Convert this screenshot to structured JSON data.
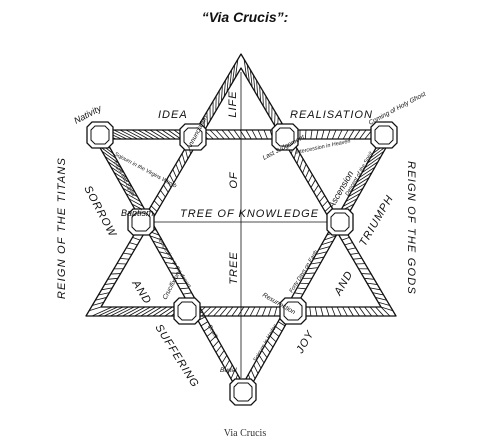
{
  "title": "“Via Crucis”:",
  "caption": "Via Crucis",
  "side_labels": {
    "left": "REIGN OF THE TITANS",
    "right": "REIGN OF THE GODS"
  },
  "words": {
    "idea": "IDEA",
    "realisation": "REALISATION",
    "life": "LIFE",
    "of": "OF",
    "tree_vertical": "TREE",
    "tree_of_knowledge": "TREE OF KNOWLEDGE",
    "sorrow": "SORROW",
    "and_left": "AND",
    "suffering": "SUFFERING",
    "triumph": "TRIUMPH",
    "and_right": "AND",
    "joy": "JOY"
  },
  "nodes": {
    "nativity": "Nativity",
    "annunciation": "Annunciation",
    "last_judgement": "Last Judgement",
    "coming_holy_ghost": "Coming of Holy Ghost",
    "baptism": "Baptism",
    "ascension": "Ascension",
    "crucifixion": "Crucifixion",
    "resurrection": "Resurrection",
    "burial": "Burial"
  },
  "band_labels": {
    "sojourn_virgins_womb": "Sojourn in the Virgins Womb",
    "flight_into_egypt": "Flight into Egypt",
    "intercession_in_heaven": "Intercession in Heaven",
    "descent_of_the_spirit": "Descent of the Spirit",
    "temptation_in_the_desert": "Temptation in the desert",
    "forty_days_on_earth": "Forty Days on Earth",
    "death": "Death",
    "sojourn_in_hades": "Sojourn in Hades"
  }
}
